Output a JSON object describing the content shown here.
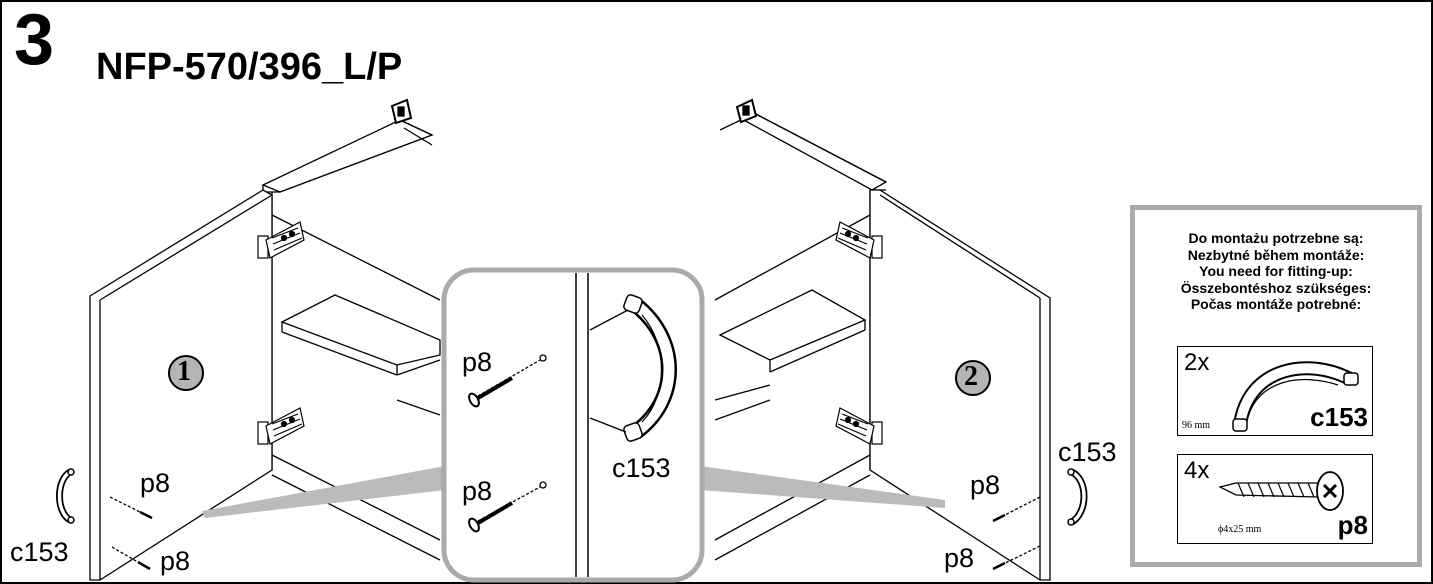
{
  "header": {
    "step_number": "3",
    "model_code": "NFP-570/396_L/P"
  },
  "cabinet_left": {
    "door_number": "1",
    "labels": {
      "screw_top": "p8",
      "screw_bottom": "p8",
      "handle": "c153"
    }
  },
  "cabinet_right": {
    "door_number": "2",
    "labels": {
      "screw_top": "p8",
      "screw_bottom": "p8",
      "handle": "c153"
    }
  },
  "detail_view": {
    "screw_top": "p8",
    "screw_bottom": "p8",
    "handle": "c153"
  },
  "parts_box": {
    "heading_lines": [
      "Do montażu potrzebne są:",
      "Nezbytné během montáže:",
      "You need for fitting-up:",
      "Összebontéshoz szükséges:",
      "Počas montáže potrebné:"
    ],
    "items": [
      {
        "quantity": "2x",
        "dimension": "96 mm",
        "code": "c153",
        "icon": "handle-icon"
      },
      {
        "quantity": "4x",
        "dimension": "ϕ4x25 mm",
        "code": "p8",
        "icon": "screw-icon"
      }
    ]
  },
  "colors": {
    "line": "#000000",
    "callout_gray": "#aaaaaa",
    "badge_fill": "#b4b4b4"
  }
}
